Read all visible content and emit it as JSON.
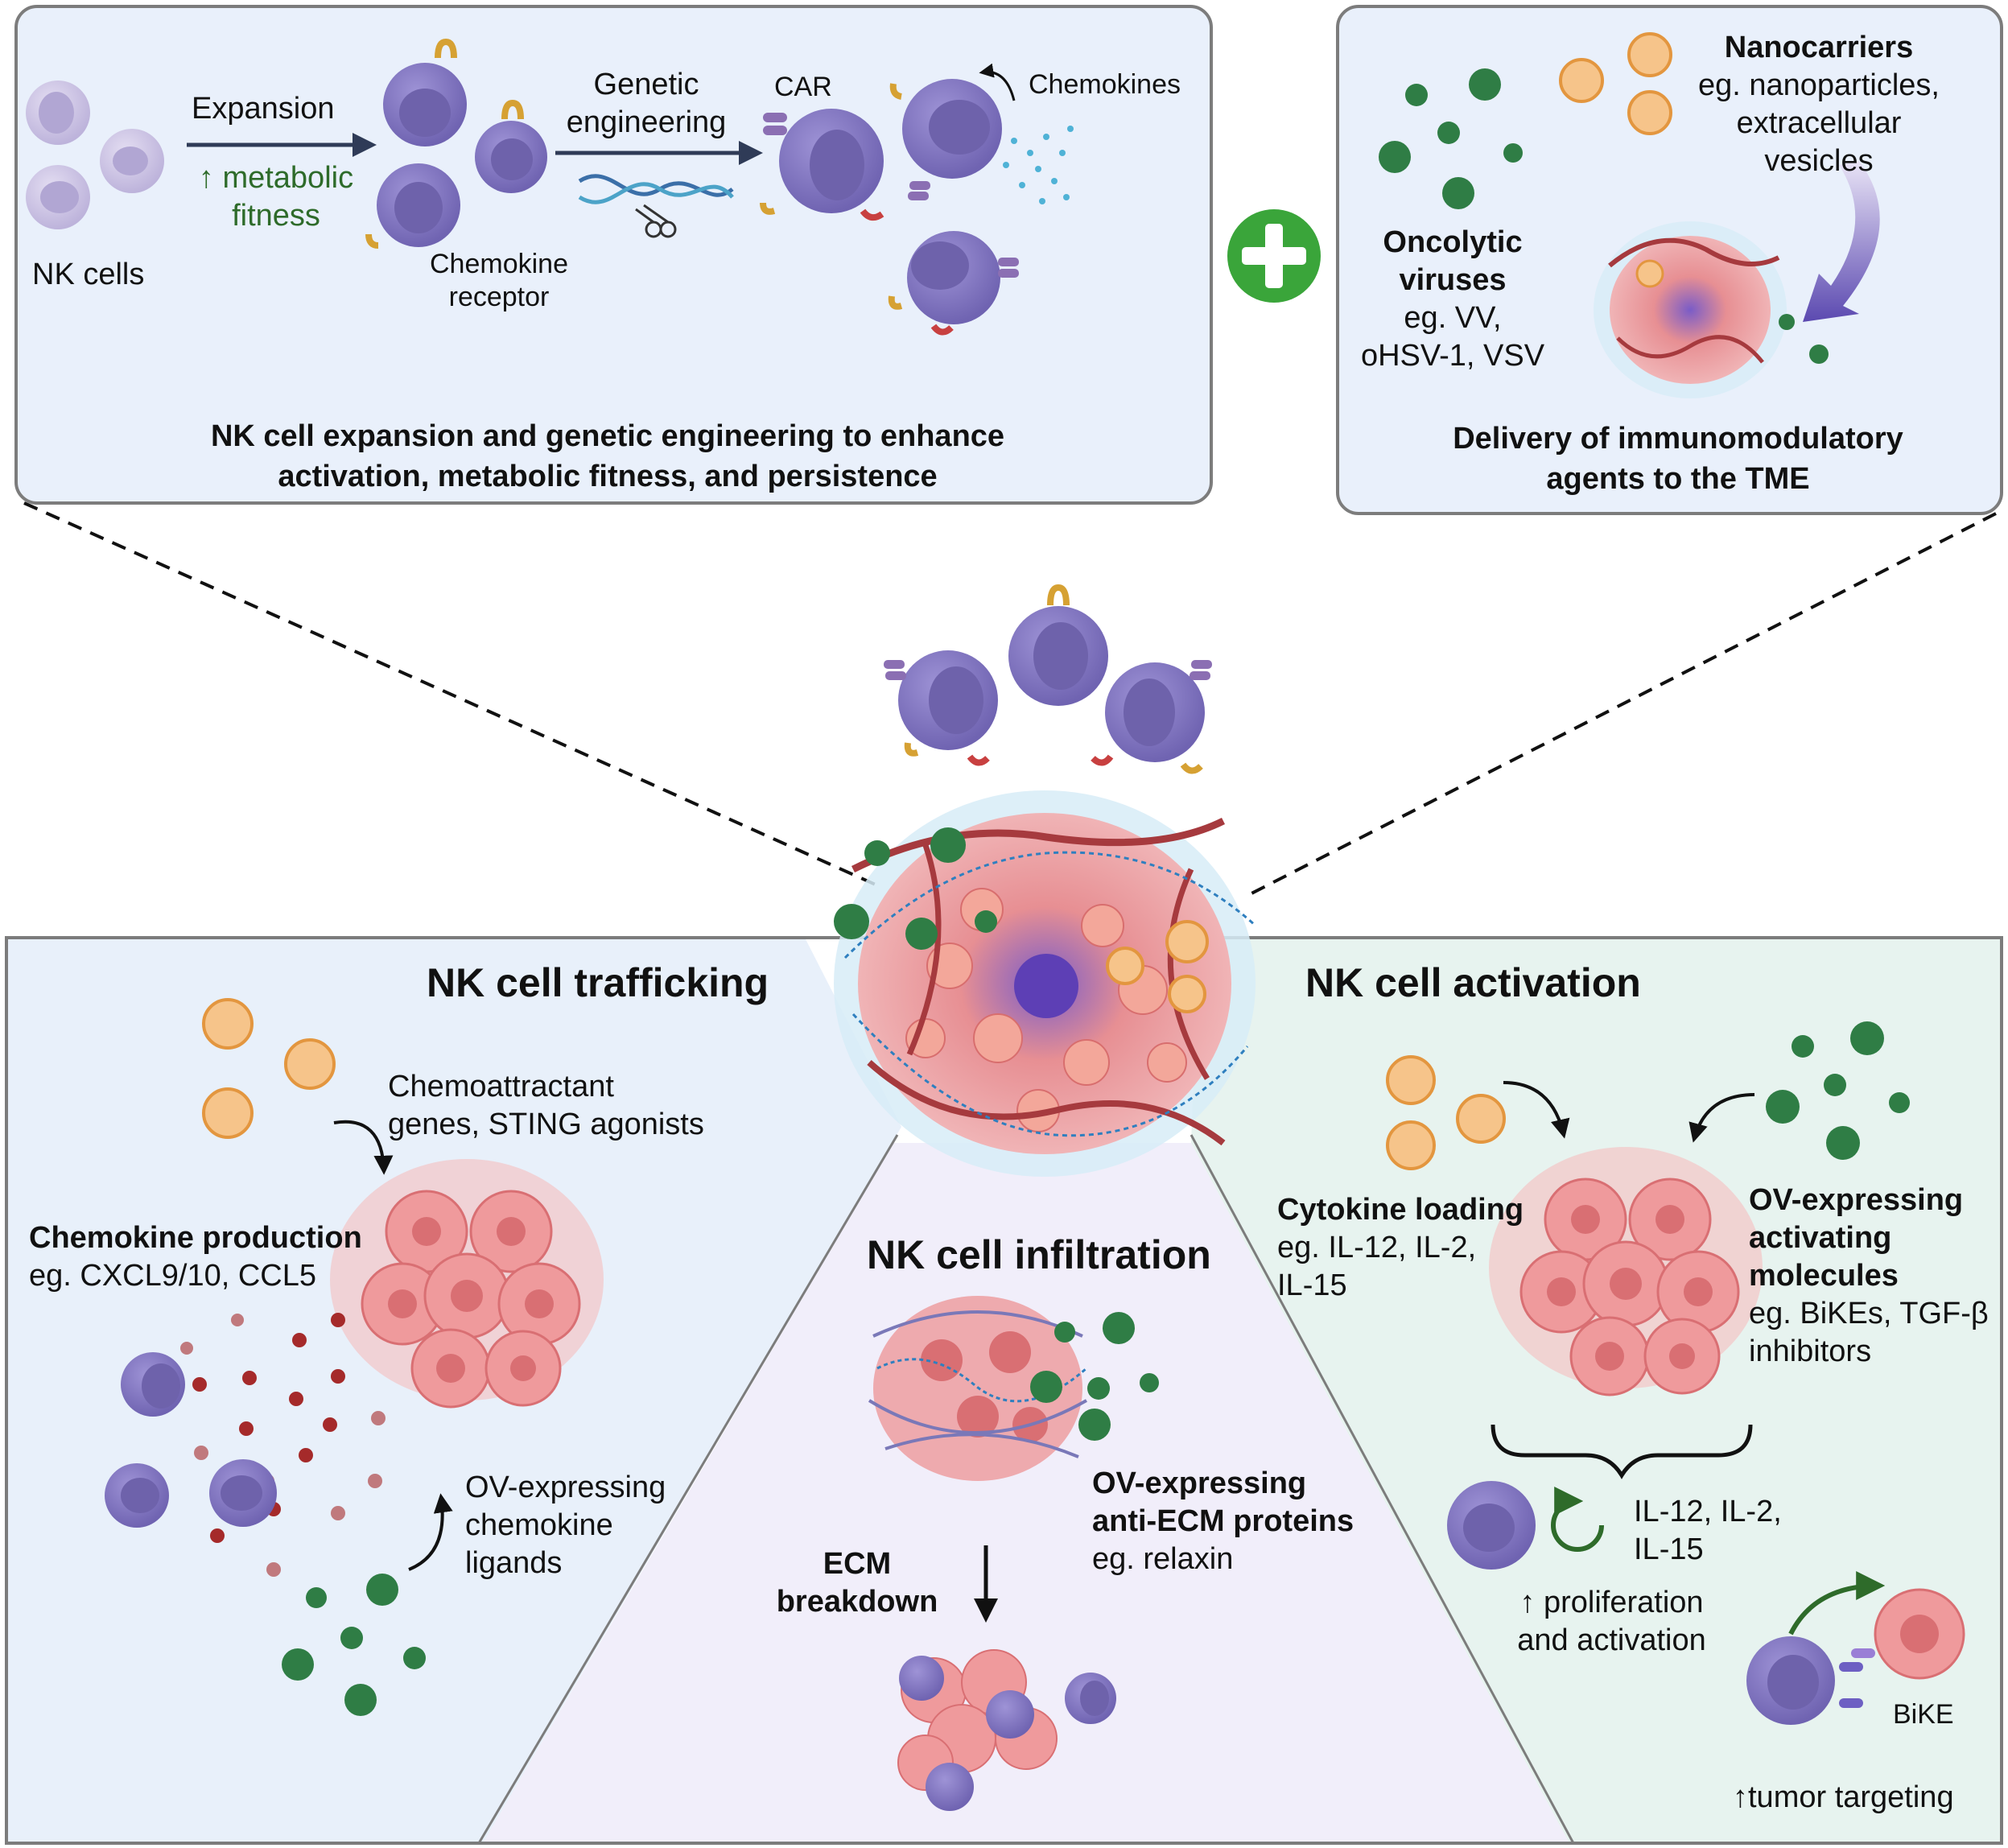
{
  "colors": {
    "panel_fill": "#e9f0fb",
    "panel_border": "#7c7c7c",
    "nk_cell": "#8579c3",
    "nk_nucleus": "#6e62ab",
    "resting_nk": "#cfc8e6",
    "tumor": "#ef9a9c",
    "tumor_dark": "#d96f73",
    "virus": "#2f7d45",
    "nanocarrier": "#f2b36b",
    "vessel": "#a63a3e",
    "ecm": "#2f7fbf",
    "chemokine_dot": "#a52a2a",
    "plus": "#3aa53a",
    "arrow": "#2f3b57"
  },
  "top_left_panel": {
    "nk_cells_label": "NK cells",
    "expansion_label": "Expansion",
    "metabolic_line1": "↑ metabolic",
    "metabolic_line2": "fitness",
    "genetic_line1": "Genetic",
    "genetic_line2": "engineering",
    "car_label": "CAR",
    "chemokines_label": "Chemokines",
    "receptor_line1": "Chemokine",
    "receptor_line2": "receptor",
    "caption_line1": "NK cell expansion and genetic engineering to enhance",
    "caption_line2": "activation, metabolic fitness, and persistence",
    "icons": [
      "resting-nk-cell-icon",
      "nk-cell-icon",
      "dna-scissors-icon",
      "car-receptor-icon"
    ]
  },
  "plus_icon": "plus-icon",
  "top_right_panel": {
    "nanocarriers_title": "Nanocarriers",
    "nanocarriers_line1": "eg. nanoparticles,",
    "nanocarriers_line2": "extracellular",
    "nanocarriers_line3": "vesicles",
    "ov_line1": "Oncolytic",
    "ov_line2": "viruses",
    "ov_line3": "eg. VV,",
    "ov_line4": "oHSV-1, VSV",
    "caption_line1": "Delivery of immunomodulatory",
    "caption_line2": "agents to the TME",
    "icons": [
      "virus-icon",
      "nanocarrier-icon",
      "tumor-icon"
    ]
  },
  "trafficking_panel": {
    "title": "NK cell trafficking",
    "chemoattractant_line1": "Chemoattractant",
    "chemoattractant_line2": "genes, STING agonists",
    "chemokine_production_title": "Chemokine production",
    "chemokine_production_detail": "eg. CXCL9/10, CCL5",
    "ov_line1": "OV-expressing",
    "ov_line2": "chemokine",
    "ov_line3": "ligands"
  },
  "infiltration_panel": {
    "title": "NK cell infiltration",
    "ov_line1": "OV-expressing",
    "ov_line2": "anti-ECM proteins",
    "ov_line3": "eg. relaxin",
    "ecm_line1": "ECM",
    "ecm_line2": "breakdown"
  },
  "activation_panel": {
    "title": "NK cell activation",
    "cytokine_title": "Cytokine loading",
    "cytokine_line1": "eg. IL-12, IL-2,",
    "cytokine_line2": "IL-15",
    "ov_line1": "OV-expressing",
    "ov_line2": "activating",
    "ov_line3": "molecules",
    "ov_line4": "eg. BiKEs, TGF-β",
    "ov_line5": "inhibitors",
    "il_line1": "IL-12, IL-2,",
    "il_line2": "IL-15",
    "prolif_line1": "↑ proliferation",
    "prolif_line2": "and activation",
    "bike_label": "BiKE",
    "targeting_label": "↑tumor targeting"
  }
}
